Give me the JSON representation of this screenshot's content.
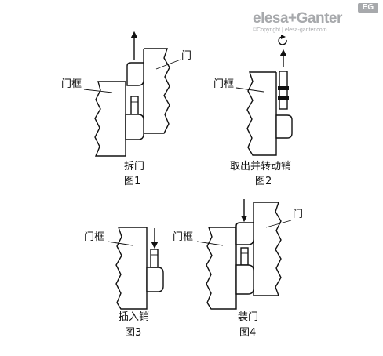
{
  "logo": {
    "brand_text": "elesa+Ganter",
    "badge_text": "EG",
    "copyright": "©Copyright | elesa-ganter.com"
  },
  "labels": {
    "door": "门",
    "frame": "门框"
  },
  "figures": [
    {
      "action": "拆门",
      "caption": "图1"
    },
    {
      "action": "取出并转动销",
      "caption": "图2"
    },
    {
      "action": "插入销",
      "caption": "图3"
    },
    {
      "action": "装门",
      "caption": "图4"
    }
  ],
  "colors": {
    "line": "#111111",
    "logo_gray": "#a7a9ac"
  }
}
